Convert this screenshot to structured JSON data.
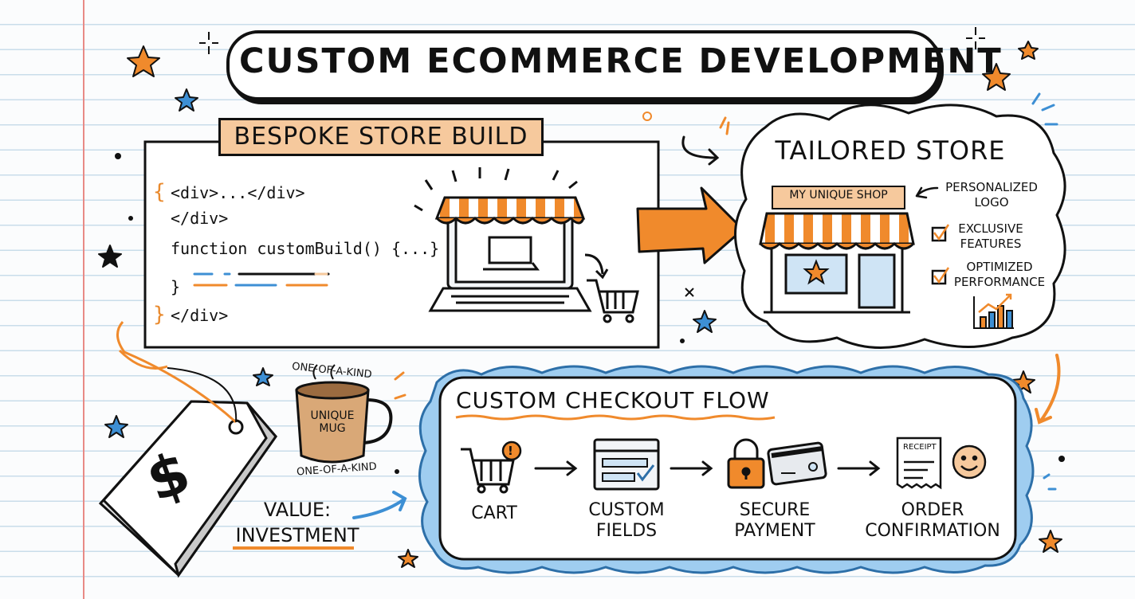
{
  "title": "CUSTOM ECOMMERCE DEVELOPMENT",
  "bespoke": {
    "label": "BESPOKE STORE BUILD",
    "code_lines": [
      "<div>...</div>",
      "</div>",
      "function customBuild() {...}",
      "}",
      "</div>"
    ]
  },
  "tailored": {
    "title": "TAILORED STORE",
    "shop_sign": "MY UNIQUE SHOP",
    "features": [
      "PERSONALIZED LOGO",
      "EXCLUSIVE FEATURES",
      "OPTIMIZED PERFORMANCE"
    ]
  },
  "mug": {
    "top_label": "ONE-OF-A-KIND",
    "label": "UNIQUE MUG",
    "bottom_label": "ONE-OF-A-KIND"
  },
  "value": {
    "line1": "VALUE:",
    "line2": "INVESTMENT",
    "tag_symbol": "$"
  },
  "checkout": {
    "title": "CUSTOM CHECKOUT FLOW",
    "cart_badge": "!",
    "receipt_label": "RECEIPT",
    "steps": [
      {
        "line1": "CART",
        "line2": ""
      },
      {
        "line1": "CUSTOM",
        "line2": "FIELDS"
      },
      {
        "line1": "SECURE",
        "line2": "PAYMENT"
      },
      {
        "line1": "ORDER",
        "line2": "CONFIRMATION"
      }
    ]
  },
  "colors": {
    "orange": "#f08a2c",
    "blue": "#3d8fd4",
    "peach": "#f6c99d",
    "ink": "#111111"
  }
}
